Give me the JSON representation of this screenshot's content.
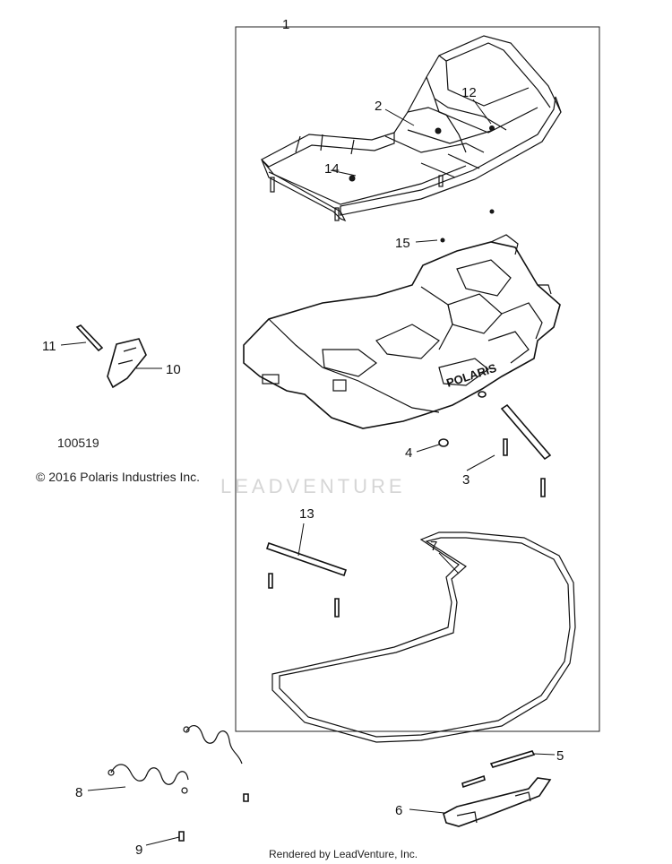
{
  "callouts": {
    "c1": "1",
    "c2": "2",
    "c3": "3",
    "c4": "4",
    "c5": "5",
    "c6": "6",
    "c7": "7",
    "c8": "8",
    "c9": "9",
    "c10": "10",
    "c11": "11",
    "c12": "12",
    "c13": "13",
    "c14": "14",
    "c15": "15"
  },
  "diagram_number": "100519",
  "copyright": "© 2016 Polaris Industries Inc.",
  "watermark": "LEADVENTURE",
  "seat_logo": "POLARIS",
  "footer": "Rendered by LeadVenture, Inc."
}
